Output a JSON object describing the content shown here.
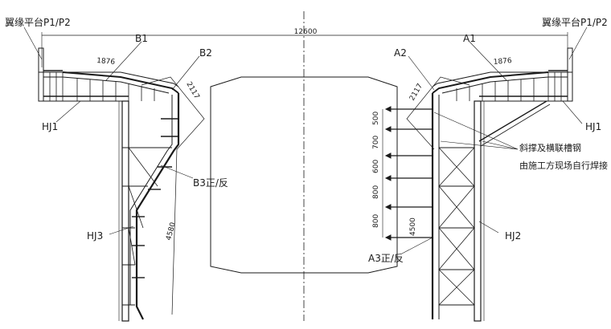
{
  "labels": {
    "wing_left": "翼缘平台P1/P2",
    "wing_right": "翼缘平台P1/P2",
    "b1": "B1",
    "b2": "B2",
    "a1": "A1",
    "a2": "A2",
    "hj1_left": "HJ1",
    "hj1_right": "HJ1",
    "hj2": "HJ2",
    "hj3": "HJ3",
    "b3": "B3正/反",
    "a3": "A3正/反",
    "note_line1": "斜撑及横联槽钢",
    "note_line2": "由施工方现场自行焊接"
  },
  "dimensions": {
    "overall_width": "12600",
    "b1_width": "1876",
    "a1_width": "1876",
    "b2_length": "2117",
    "a2_length": "2117",
    "b3_length": "4580",
    "a3_length": "4500",
    "bolt_spacings": [
      "500",
      "700",
      "600",
      "800",
      "800"
    ]
  },
  "colors": {
    "line": "#1a1a1a",
    "thin": "#555555",
    "background": "#ffffff"
  }
}
